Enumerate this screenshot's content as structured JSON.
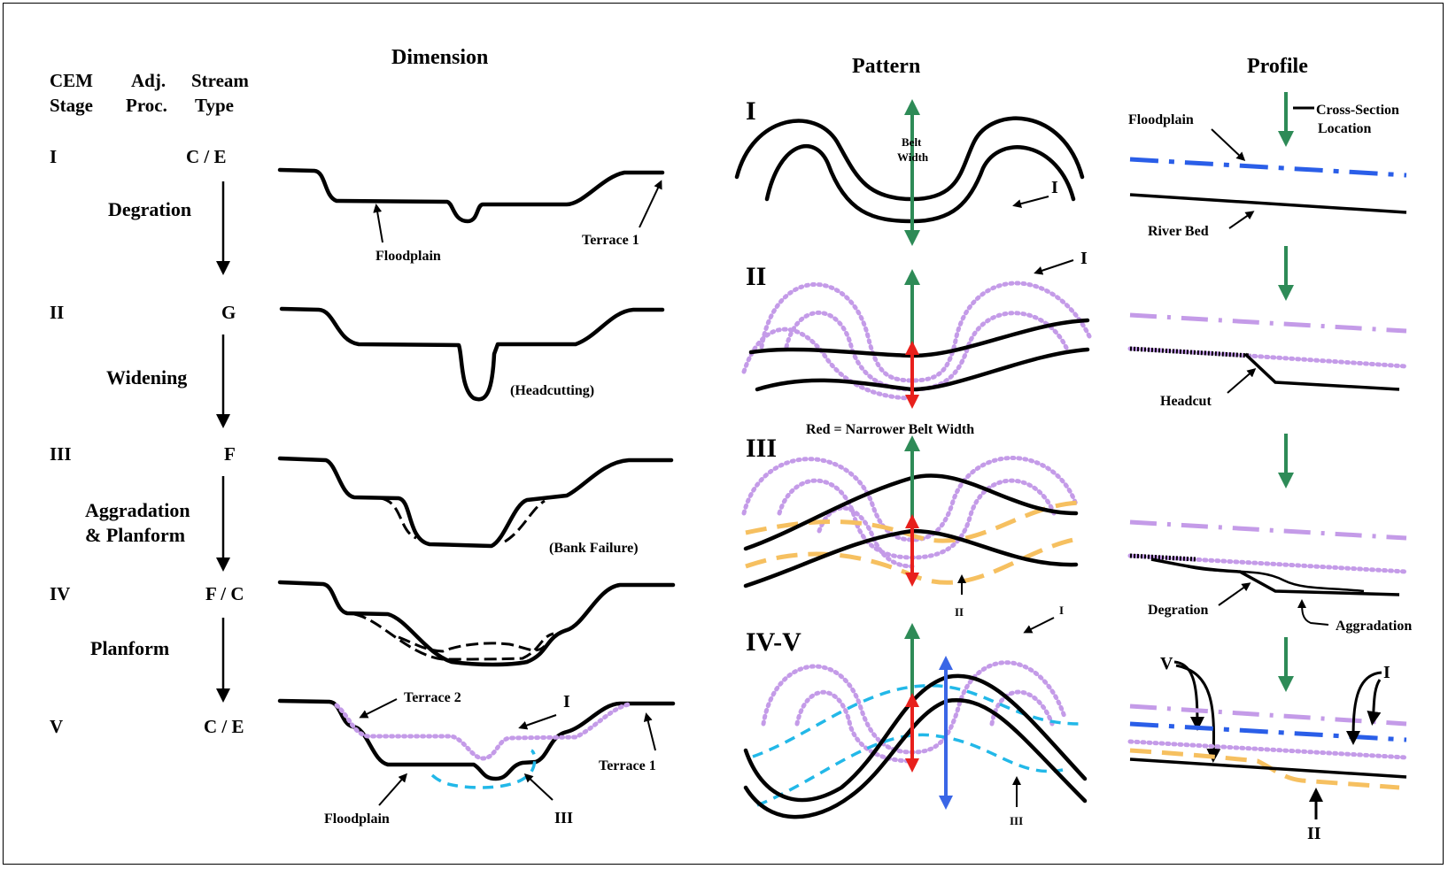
{
  "headers": {
    "dimension": "Dimension",
    "pattern": "Pattern",
    "profile": "Profile"
  },
  "columns": {
    "cem": "CEM",
    "stage": "Stage",
    "adj": "Adj.",
    "proc": "Proc.",
    "stream": "Stream",
    "type": "Type"
  },
  "stages": [
    {
      "num": "I",
      "type": "C / E"
    },
    {
      "num": "II",
      "type": "G"
    },
    {
      "num": "III",
      "type": "F"
    },
    {
      "num": "IV",
      "type": "F / C"
    },
    {
      "num": "V",
      "type": "C / E"
    }
  ],
  "processes": {
    "p1": "Degration",
    "p2": "Widening",
    "p3a": "Aggradation",
    "p3b": "& Planform",
    "p4": "Planform"
  },
  "dimension_labels": {
    "floodplain1": "Floodplain",
    "terrace1": "Terrace 1",
    "headcutting": "(Headcutting)",
    "bankfailure": "(Bank Failure)",
    "terrace2": "Terrace 2",
    "roman_i": "I",
    "terrace1b": "Terrace 1",
    "floodplain2": "Floodplain",
    "roman_iii": "III"
  },
  "pattern_labels": {
    "panel1": "I",
    "panel2": "II",
    "panel3": "III",
    "panel4": "IV-V",
    "belt_width_a": "Belt",
    "belt_width_b": "Width",
    "p1_i": "I",
    "p2_i": "I",
    "red_note": "Red = Narrower Belt Width",
    "p3_ii": "II",
    "p4_i": "I",
    "p4_iii": "III"
  },
  "profile_labels": {
    "floodplain": "Floodplain",
    "xsec_a": "Cross-Section",
    "xsec_b": "Location",
    "riverbed": "River Bed",
    "headcut": "Headcut",
    "degration": "Degration",
    "aggradation": "Aggradation",
    "v": "V",
    "i": "I",
    "ii": "II"
  },
  "colors": {
    "green_arrow": "#2e8b57",
    "red_arrow": "#e8201c",
    "blue_arrow": "#3a66e6",
    "lavender": "#c49be8",
    "blue_line": "#2a5ee8",
    "cyan": "#22b8e8",
    "orange": "#f6c060"
  }
}
